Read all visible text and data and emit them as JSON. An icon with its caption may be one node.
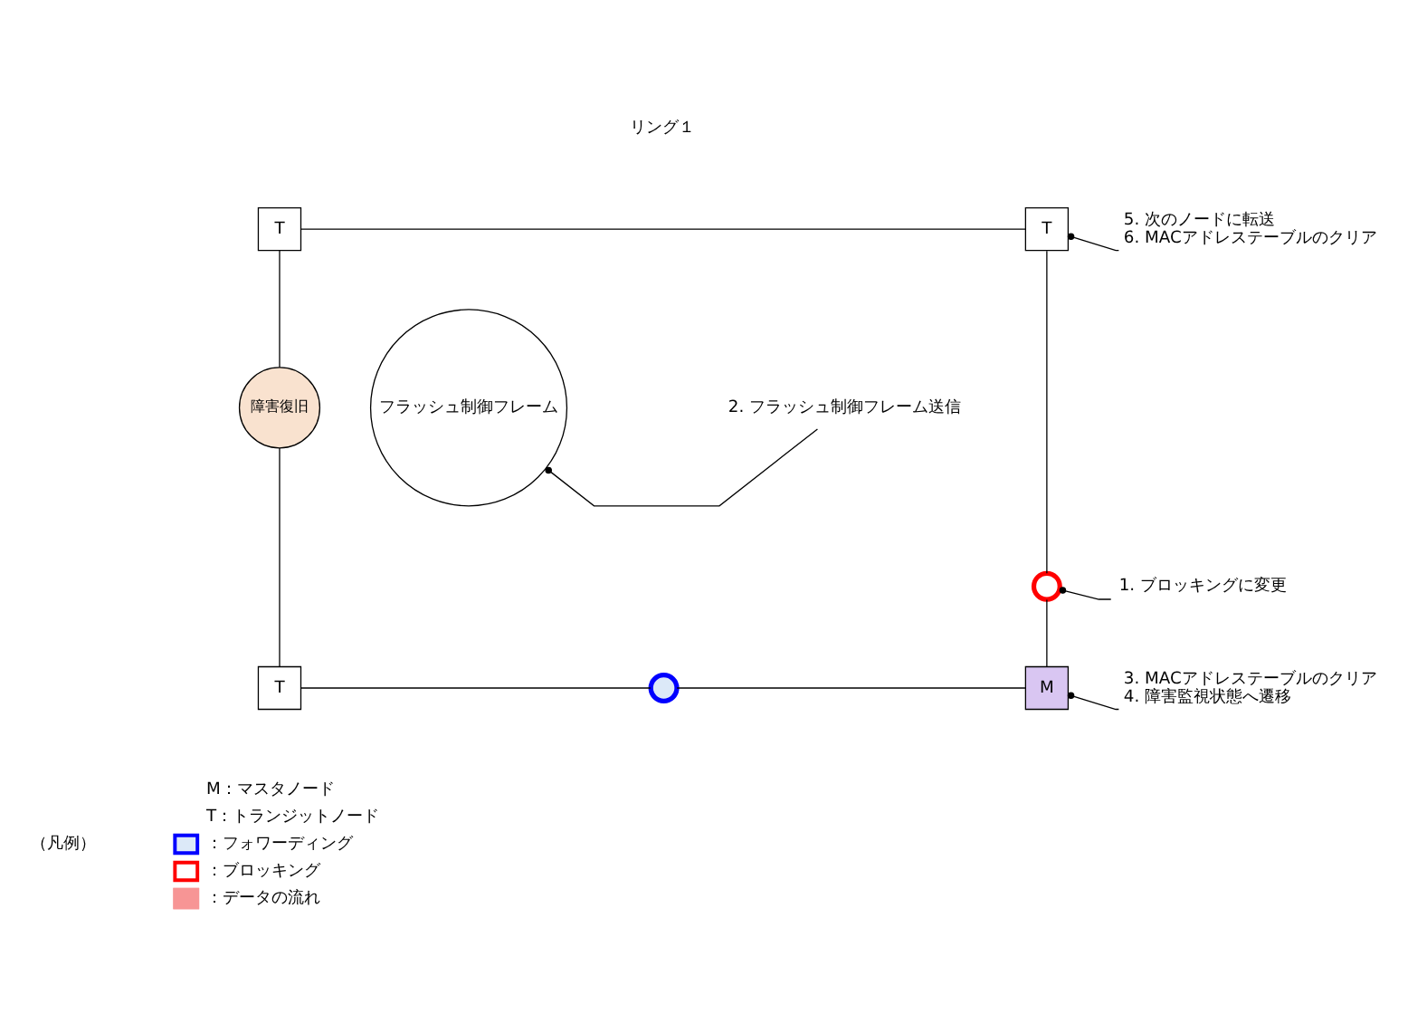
{
  "diagram": {
    "nodes": [
      {
        "text": [
          "T"
        ]
      },
      {
        "text": [
          "T"
        ]
      },
      {
        "text": [
          "障害復旧"
        ]
      },
      {
        "text": [
          "T"
        ]
      },
      {
        "text": [
          "M"
        ]
      },
      {
        "text": [],
        "shape": "circle"
      },
      {
        "text": [],
        "shape": "circle"
      },
      {
        "text": [
          "5. 次のノードに転送",
          "6. MACアドレステーブルのクリア"
        ]
      },
      {
        "text": [
          "2. フラッシュ制御フレーム送信"
        ]
      },
      {
        "text": [
          "1. ブロッキングに変更"
        ]
      },
      {
        "text": [
          "3. MACアドレステーブルのクリア",
          "4. 障害監視状態へ遷移"
        ]
      },
      {
        "text": [
          "フラッシュ制御フレーム"
        ]
      }
    ],
    "edges": [
      {
        "from": 0,
        "to": 1,
        "arrow": "none"
      },
      {
        "from": 0,
        "to": 2,
        "arrow": "none"
      },
      {
        "from": 2,
        "to": 3,
        "arrow": "none"
      },
      {
        "from": 1,
        "to": 5,
        "arrow": "none"
      },
      {
        "from": 5,
        "to": 4,
        "arrow": "none"
      },
      {
        "from": 3,
        "to": 6,
        "arrow": "none"
      },
      {
        "from": 6,
        "to": 4,
        "arrow": "none"
      },
      {
        "from": 7,
        "to": 1,
        "arrow": "other"
      },
      {
        "from": 8,
        "to": 11,
        "arrow": "other"
      },
      {
        "from": 9,
        "to": 5,
        "arrow": "other"
      },
      {
        "from": 10,
        "to": 4,
        "arrow": "other"
      }
    ],
    "labels": [
      "リング１",
      "（凡例）"
    ],
    "legend": [
      {
        "text": "M：マスタノード"
      },
      {
        "text": "T：トランジットノード"
      },
      {
        "text": "：フォワーディング"
      },
      {
        "text": "：ブロッキング"
      },
      {
        "text": "：データの流れ"
      }
    ]
  }
}
